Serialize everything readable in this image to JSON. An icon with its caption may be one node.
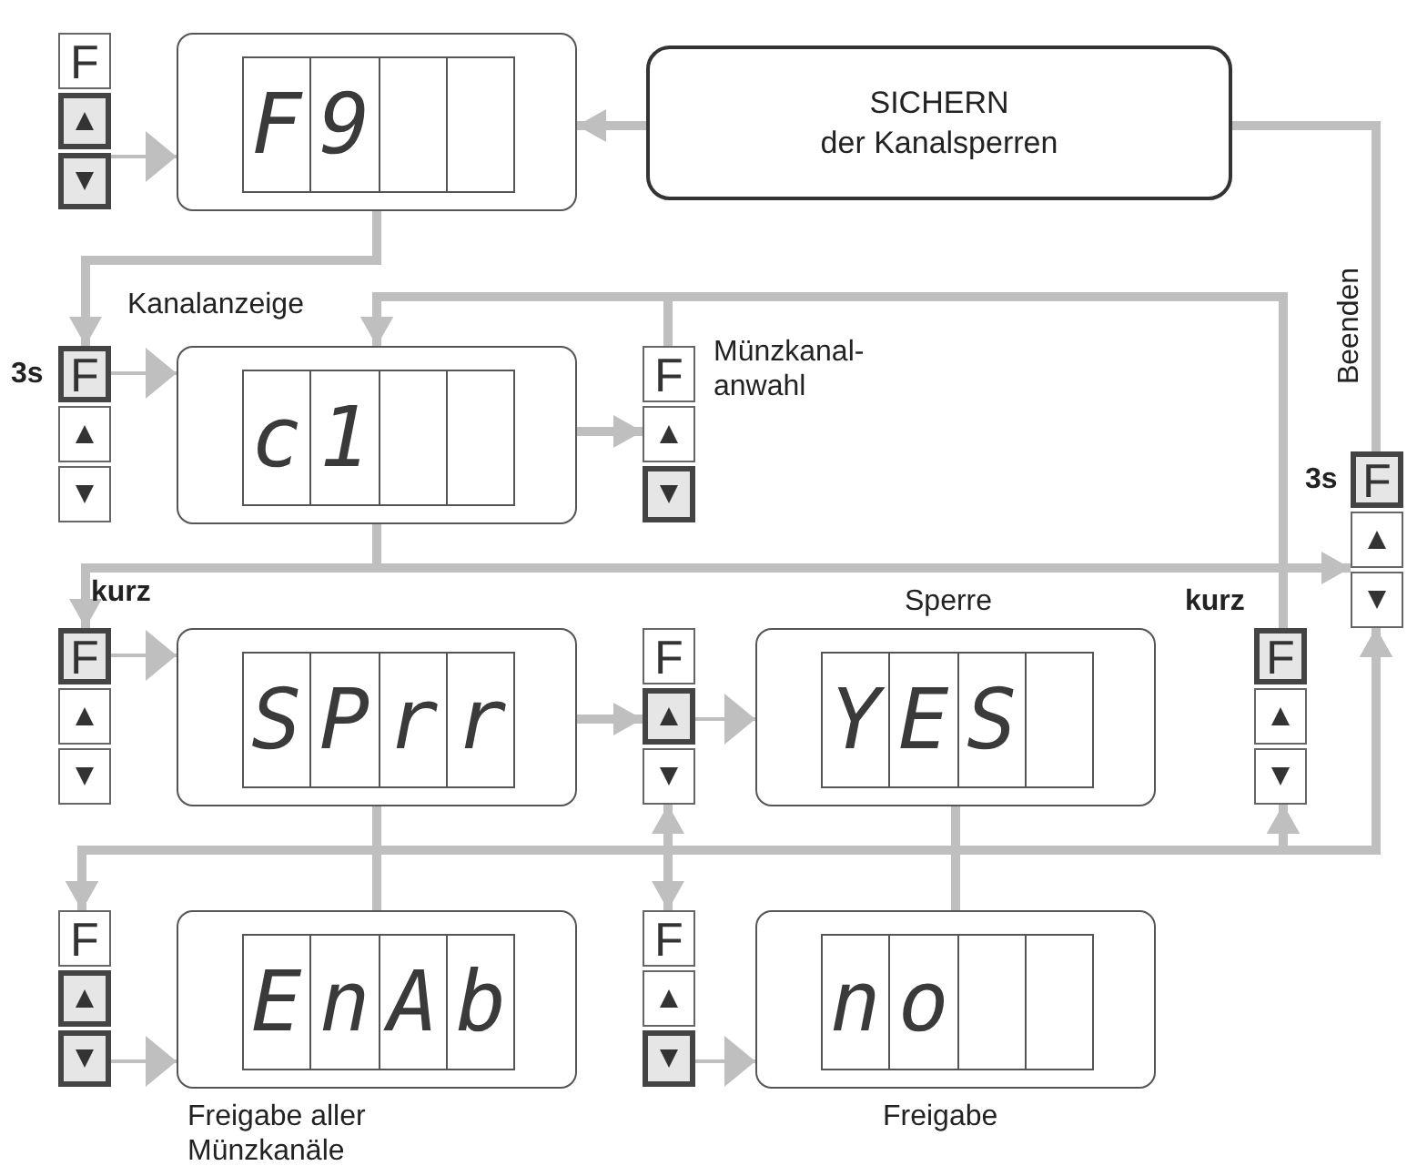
{
  "diagram": {
    "nodes": [
      {
        "text": [
          "F"
        ]
      },
      {
        "text": [
          "F9"
        ]
      },
      {
        "text": [
          "SICHERN",
          "der Kanalsperren"
        ]
      },
      {
        "text": [
          "F"
        ],
        "beside": [
          "3s"
        ]
      },
      {
        "text": [
          "c1"
        ],
        "beside": [
          "Kanalanzeige"
        ]
      },
      {
        "text": [
          "F"
        ],
        "beside": [
          "Münzkanal- anwahl"
        ]
      },
      {
        "text": [
          "F"
        ],
        "beside": [
          "3s"
        ]
      },
      {
        "text": [
          "F"
        ],
        "beside": [
          "kurz"
        ]
      },
      {
        "text": [
          "SPrr"
        ]
      },
      {
        "text": [
          "F"
        ]
      },
      {
        "text": [
          "YES"
        ],
        "beside": [
          "Sperre"
        ]
      },
      {
        "text": [
          "F"
        ],
        "beside": [
          "kurz"
        ]
      },
      {
        "text": [
          "F"
        ]
      },
      {
        "text": [
          "EnAb"
        ],
        "beside": [
          "Freigabe aller Münzkanäle"
        ]
      },
      {
        "text": [
          "F"
        ]
      },
      {
        "text": [
          "no"
        ],
        "beside": [
          "Freigabe"
        ]
      }
    ],
    "edges": [
      {
        "from": 0,
        "to": 1,
        "arrow": "to"
      },
      {
        "from": 2,
        "to": 1,
        "arrow": "to"
      },
      {
        "from": 1,
        "to": 3,
        "arrow": "to"
      },
      {
        "from": 3,
        "to": 4,
        "arrow": "to"
      },
      {
        "from": 4,
        "to": 5,
        "arrow": "to"
      },
      {
        "from": 5,
        "to": 4,
        "arrow": "to"
      },
      {
        "from": 11,
        "to": 4,
        "arrow": "to"
      },
      {
        "from": 4,
        "to": 7,
        "arrow": "to"
      },
      {
        "from": 4,
        "to": 6,
        "arrow": "to"
      },
      {
        "from": 6,
        "to": 2,
        "arrow": "none",
        "label": "Beenden"
      },
      {
        "from": 7,
        "to": 8,
        "arrow": "to"
      },
      {
        "from": 8,
        "to": 9,
        "arrow": "to"
      },
      {
        "from": 9,
        "to": 10,
        "arrow": "to"
      },
      {
        "from": 9,
        "to": 14,
        "arrow": "both"
      },
      {
        "from": 8,
        "to": 12,
        "arrow": "to"
      },
      {
        "from": 8,
        "to": 11,
        "arrow": "to"
      },
      {
        "from": 8,
        "to": 6,
        "arrow": "to"
      },
      {
        "from": 10,
        "to": 12,
        "arrow": "to"
      },
      {
        "from": 10,
        "to": 11,
        "arrow": "to"
      },
      {
        "from": 10,
        "to": 6,
        "arrow": "to"
      },
      {
        "from": 13,
        "to": 12,
        "arrow": "to"
      },
      {
        "from": 13,
        "to": 11,
        "arrow": "to"
      },
      {
        "from": 13,
        "to": 6,
        "arrow": "to"
      },
      {
        "from": 15,
        "to": 12,
        "arrow": "to"
      },
      {
        "from": 15,
        "to": 11,
        "arrow": "to"
      },
      {
        "from": 15,
        "to": 6,
        "arrow": "to"
      },
      {
        "from": 12,
        "to": 13,
        "arrow": "to"
      },
      {
        "from": 14,
        "to": 15,
        "arrow": "to"
      }
    ]
  }
}
